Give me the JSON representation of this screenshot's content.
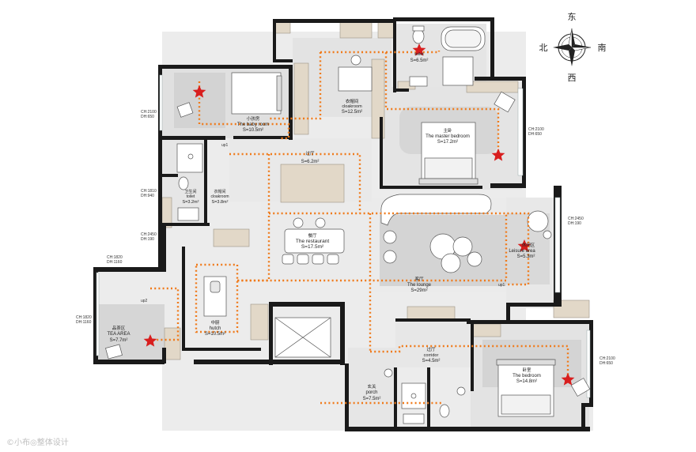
{
  "compass": {
    "north": "北",
    "east": "东",
    "south": "南",
    "west": "西"
  },
  "rooms": [
    {
      "id": "toilet-master",
      "cn": "",
      "en": "toilet",
      "area": "S=6.5m²"
    },
    {
      "id": "cloakroom-master",
      "cn": "衣帽间",
      "en": "cloakroom",
      "area": "S=12.5m²"
    },
    {
      "id": "master-bedroom",
      "cn": "主卧",
      "en": "The master bedroom",
      "area": "S=17.2m²"
    },
    {
      "id": "baby-room",
      "cn": "小孩房",
      "en": "The baby room",
      "area": "S=10.5m²"
    },
    {
      "id": "corridor-north",
      "cn": "过厅",
      "en": "",
      "area": "S=6.2m²"
    },
    {
      "id": "toilet-guest",
      "cn": "卫生间",
      "en": "toilet",
      "area": "S=3.2m²"
    },
    {
      "id": "cloakroom-small",
      "cn": "衣帽间",
      "en": "cloakroom",
      "area": "S=3.8m²"
    },
    {
      "id": "restaurant",
      "cn": "餐厅",
      "en": "The restaurant",
      "area": "S=17.5m²"
    },
    {
      "id": "lounge",
      "cn": "客厅",
      "en": "The lounge",
      "area": "S=29m²"
    },
    {
      "id": "leisure-area",
      "cn": "休闲区",
      "en": "Leisure area",
      "area": "S=5.3m²"
    },
    {
      "id": "tea-area",
      "cn": "品茶区",
      "en": "TEA AREA",
      "area": "S=7.7m²"
    },
    {
      "id": "hutch",
      "cn": "中厨",
      "en": "hutch",
      "area": "S=10.5m²"
    },
    {
      "id": "corridor-south",
      "cn": "过厅",
      "en": "corridor",
      "area": "S=4.5m²"
    },
    {
      "id": "porch",
      "cn": "玄关",
      "en": "porch",
      "area": "S=7.5m²"
    },
    {
      "id": "bedroom",
      "cn": "卧室",
      "en": "The bedroom",
      "area": "S=14.8m²"
    }
  ],
  "annotations": {
    "baby_ch": "CH:2100",
    "baby_dh": "DH:650",
    "master_ch": "CH:2100",
    "master_dh": "DH:650",
    "toilet_ch": "CH:1810",
    "toilet_dh": "DH:940",
    "kitchen_ch": "CH:2450",
    "kitchen_dh": "DH:190",
    "tea_ch1": "CH:1820",
    "tea_dh1": "DH:1160",
    "tea_ch2": "CH:1820",
    "tea_dh2": "DH:1160",
    "leisure_ch": "CH:2450",
    "leisure_dh": "DH:190",
    "bed_ch": "CH:2100",
    "bed_dh": "DH:650",
    "up1": "up1",
    "up2": "up2",
    "up3": "up1"
  },
  "colors": {
    "wall": "#1a1a1a",
    "floor_gray": "#d6d6d6",
    "floor_light": "#ededed",
    "wood": "#e2d8c8",
    "route": "#f07a1a",
    "star": "#d81e1e"
  },
  "watermark": "©小布◎整体设计"
}
